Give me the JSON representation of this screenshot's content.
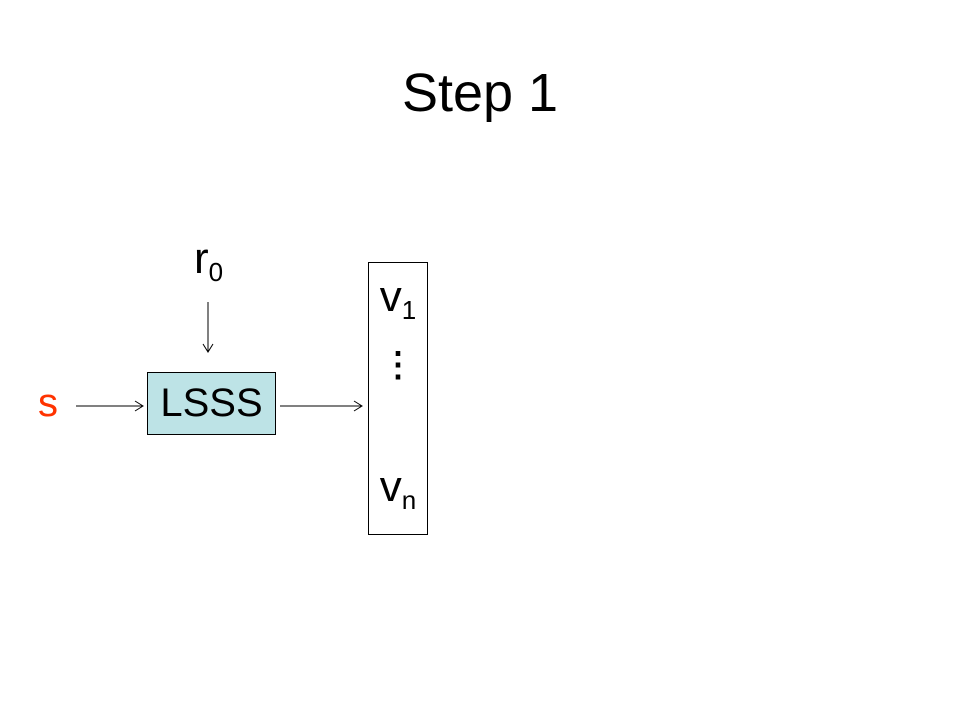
{
  "title": "Step 1",
  "input_label": "s",
  "randomness_label": {
    "base": "r",
    "sub": "0"
  },
  "box_label": "LSSS",
  "outputs": {
    "first": {
      "base": "v",
      "sub": "1"
    },
    "ellipsis": "⋮",
    "last": {
      "base": "v",
      "sub": "n"
    }
  },
  "colors": {
    "box_fill": "#bde3e6",
    "input_label": "#ff3300"
  }
}
